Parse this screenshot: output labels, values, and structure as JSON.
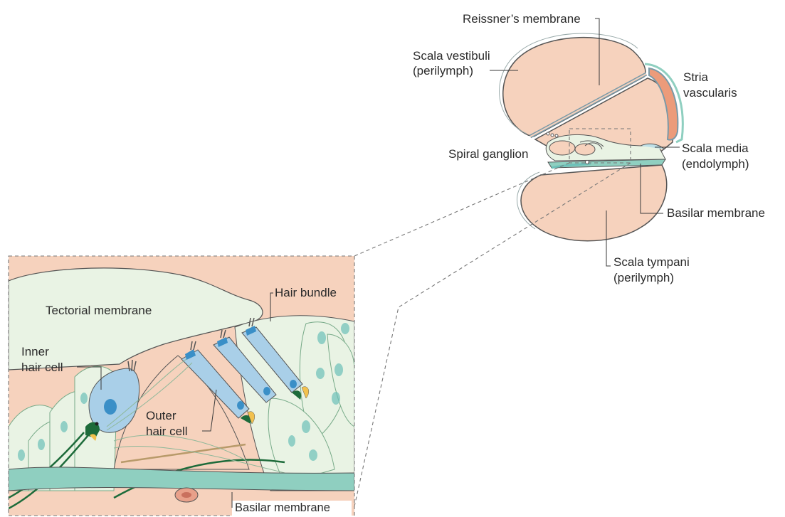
{
  "cochlea": {
    "reissners_membrane": "Reissner’s membrane",
    "scala_vestibuli": [
      "Scala vestibuli",
      "(perilymph)"
    ],
    "stria_vascularis": [
      "Stria",
      "vascularis"
    ],
    "spiral_ganglion": "Spiral ganglion",
    "scala_media": [
      "Scala media",
      "(endolymph)"
    ],
    "basilar_membrane": "Basilar membrane",
    "scala_tympani": [
      "Scala tympani",
      "(perilymph)"
    ]
  },
  "organ_of_corti": {
    "tectorial_membrane": "Tectorial membrane",
    "hair_bundle": "Hair bundle",
    "inner_hair_cell": [
      "Inner",
      "hair cell"
    ],
    "outer_hair_cell": [
      "Outer",
      "hair cell"
    ],
    "basilar_membrane": "Basilar membrane"
  },
  "colors": {
    "perilymph_fill": "#f6d2bd",
    "tissue_fill": "#e9f3e4",
    "hair_cell_blue": "#a9cfe8",
    "nucleus_teal": "#6cc0b8",
    "nerve_green": "#1d6b3a",
    "stria_orange": "#ec9b7a",
    "membrane_teal": "#8fcfc0"
  }
}
